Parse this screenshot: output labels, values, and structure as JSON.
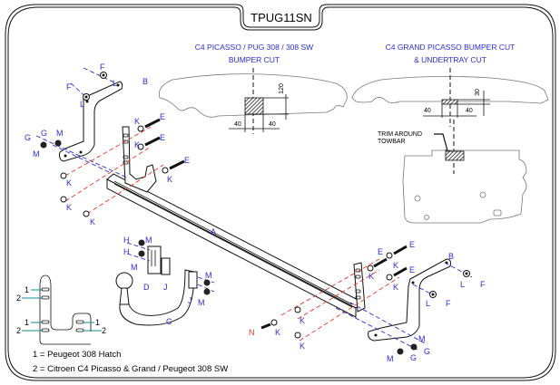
{
  "title": "TPUG11SN",
  "cut_panels": [
    {
      "heading_line1": "C4 PICASSO / PUG 308 / 308 SW",
      "heading_line2": "BUMPER CUT",
      "dim_height": "120",
      "dim_left": "40",
      "dim_right": "40"
    },
    {
      "heading_line1": "C4 GRAND PICASSO BUMPER CUT",
      "heading_line2": "& UNDERTRAY CUT",
      "dim_height": "30",
      "dim_left": "40",
      "dim_right": "40"
    }
  ],
  "undertray_note_line1": "TRIM AROUND",
  "undertray_note_line2": "TOWBAR",
  "part_labels": {
    "A": "A",
    "B": "B",
    "C": "C",
    "D": "D",
    "E": "E",
    "F": "F",
    "G": "G",
    "H": "H",
    "J": "J",
    "K": "K",
    "L": "L",
    "M": "M",
    "N": "N"
  },
  "position_guide": {
    "num1": "1",
    "num2": "2"
  },
  "legend": [
    "1 = Peugeot 308 Hatch",
    "2 = Citroen C4 Picasso & Grand / Peugeot 308 SW"
  ],
  "colors": {
    "label_blue": "#2b2bd8",
    "label_red": "#e8382a",
    "axis_red": "#e8382a",
    "axis_blue": "#2b2bd8",
    "guide_teal": "#178a8a"
  }
}
